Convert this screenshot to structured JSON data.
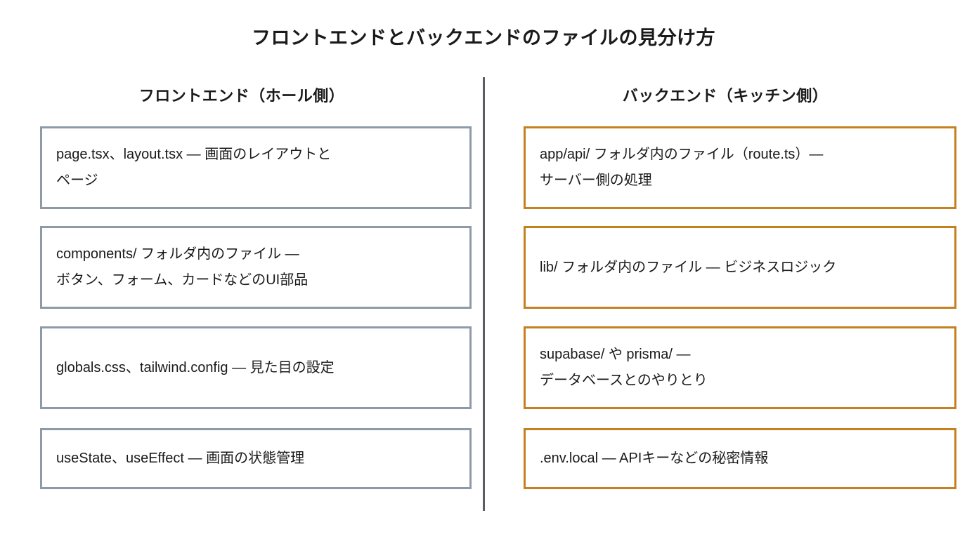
{
  "title": "フロントエンドとバックエンドのファイルの見分け方",
  "columns": {
    "frontend": {
      "header": "フロントエンド（ホール側）",
      "accent_color": "#8e9aa6",
      "boxes": [
        {
          "lines": [
            "page.tsx、layout.tsx — 画面のレイアウトと",
            "ページ"
          ]
        },
        {
          "lines": [
            "components/ フォルダ内のファイル —",
            "ボタン、フォーム、カードなどのUI部品"
          ]
        },
        {
          "lines": [
            "globals.css、tailwind.config — 見た目の設定"
          ]
        },
        {
          "lines": [
            "useState、useEffect — 画面の状態管理"
          ]
        }
      ]
    },
    "backend": {
      "header": "バックエンド（キッチン側）",
      "accent_color": "#c5811f",
      "boxes": [
        {
          "lines": [
            "app/api/ フォルダ内のファイル（route.ts）—",
            "サーバー側の処理"
          ]
        },
        {
          "lines": [
            "lib/ フォルダ内のファイル — ビジネスロジック"
          ]
        },
        {
          "lines": [
            "supabase/ や prisma/ —",
            "データベースとのやりとり"
          ]
        },
        {
          "lines": [
            ".env.local — APIキーなどの秘密情報"
          ]
        }
      ]
    }
  },
  "divider_color": "#5a5d61"
}
